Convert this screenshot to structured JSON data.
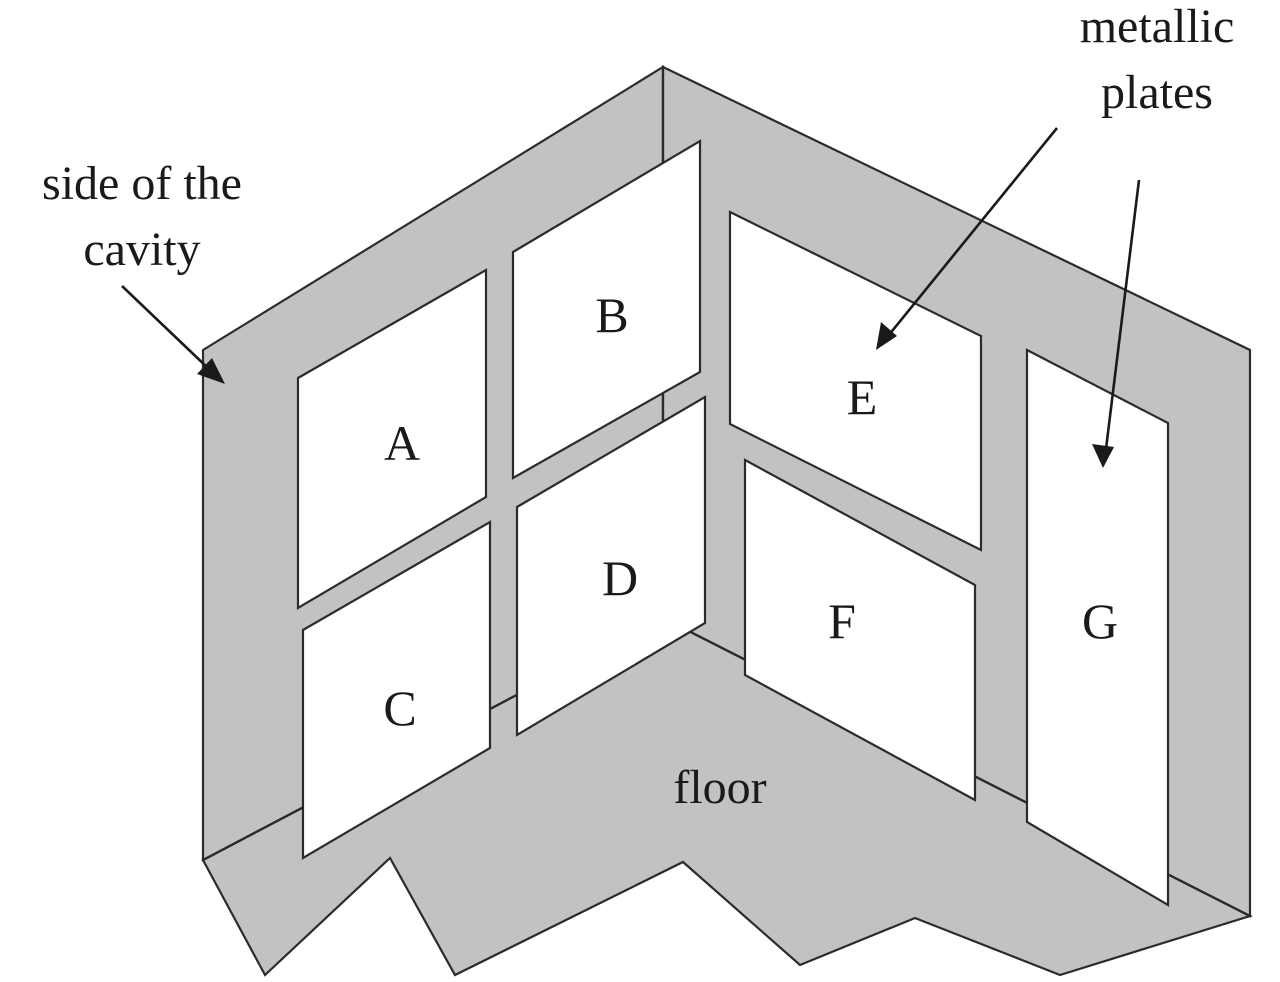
{
  "labels": {
    "side_of_cavity_line1": "side of the",
    "side_of_cavity_line2": "cavity",
    "metallic_plates_line1": "metallic",
    "metallic_plates_line2": "plates",
    "floor": "floor"
  },
  "plates": {
    "a": "A",
    "b": "B",
    "c": "C",
    "d": "D",
    "e": "E",
    "f": "F",
    "g": "G"
  },
  "colors": {
    "cavity_fill": "#c3c2c3",
    "plate_fill": "#ffffff",
    "outline": "#2b2b2b"
  }
}
